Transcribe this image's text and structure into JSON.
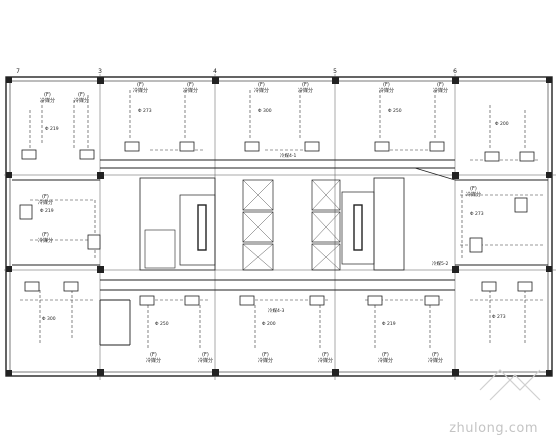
{
  "drawing": {
    "grid_labels_top": [
      "3",
      "4",
      "5",
      "6",
      "7"
    ],
    "units": [
      {
        "id": "u1",
        "code": "(F)",
        "tag": "冷媒分"
      },
      {
        "id": "u2",
        "code": "(F)",
        "tag": "冷媒分"
      },
      {
        "id": "u3",
        "code": "(F)",
        "tag": "冷媒分"
      },
      {
        "id": "u4",
        "code": "(F)",
        "tag": "冷媒分"
      },
      {
        "id": "u5",
        "code": "(F)",
        "tag": "冷媒分"
      },
      {
        "id": "u6",
        "code": "(F)",
        "tag": "冷媒分"
      },
      {
        "id": "u7",
        "code": "(F)",
        "tag": "冷媒分"
      },
      {
        "id": "u8",
        "code": "(F)",
        "tag": "冷媒分"
      },
      {
        "id": "u9",
        "code": "(F)",
        "tag": "冷媒分"
      },
      {
        "id": "u10",
        "code": "(F)",
        "tag": "冷媒分"
      },
      {
        "id": "u11",
        "code": "(F)",
        "tag": "冷媒分"
      },
      {
        "id": "u12",
        "code": "(F)",
        "tag": "冷媒分"
      },
      {
        "id": "u13",
        "code": "(F)",
        "tag": "冷媒分"
      },
      {
        "id": "u14",
        "code": "(F)",
        "tag": "冷媒分"
      },
      {
        "id": "u15",
        "code": "(F)",
        "tag": "冷媒分"
      },
      {
        "id": "u16",
        "code": "(F)",
        "tag": "冷媒分"
      },
      {
        "id": "u17",
        "code": "(F)",
        "tag": "冷媒分"
      }
    ],
    "pipe_sizes": [
      "Φ 219",
      "Φ 273",
      "Φ 300",
      "Φ 250",
      "Φ 200"
    ],
    "small_notes": [
      "冷媒4-1",
      "冷媒5-2",
      "冷媒4-3"
    ]
  },
  "watermark": {
    "text": "zhulong.com"
  }
}
